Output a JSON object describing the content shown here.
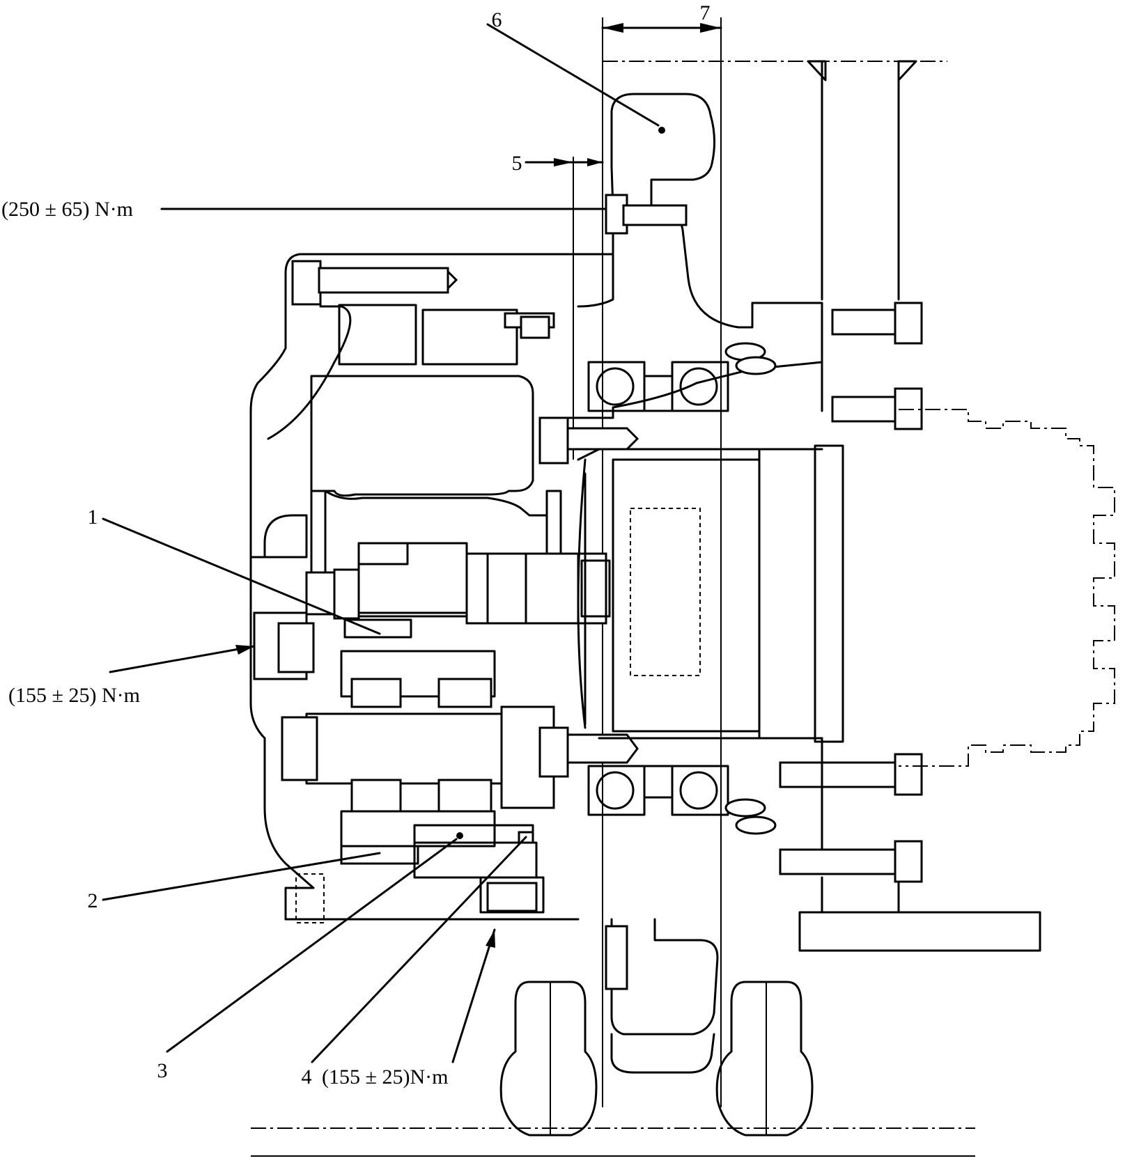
{
  "labels": {
    "l1": "1",
    "l2": "2",
    "l3": "3",
    "l4": "4",
    "l5": "5",
    "l6": "6",
    "l7": "7"
  },
  "torques": {
    "t_top": "(250 ± 65)  N·m",
    "t_mid": "(155 ± 25)  N·m",
    "t_bottom": "(155 ± 25)N·m"
  }
}
